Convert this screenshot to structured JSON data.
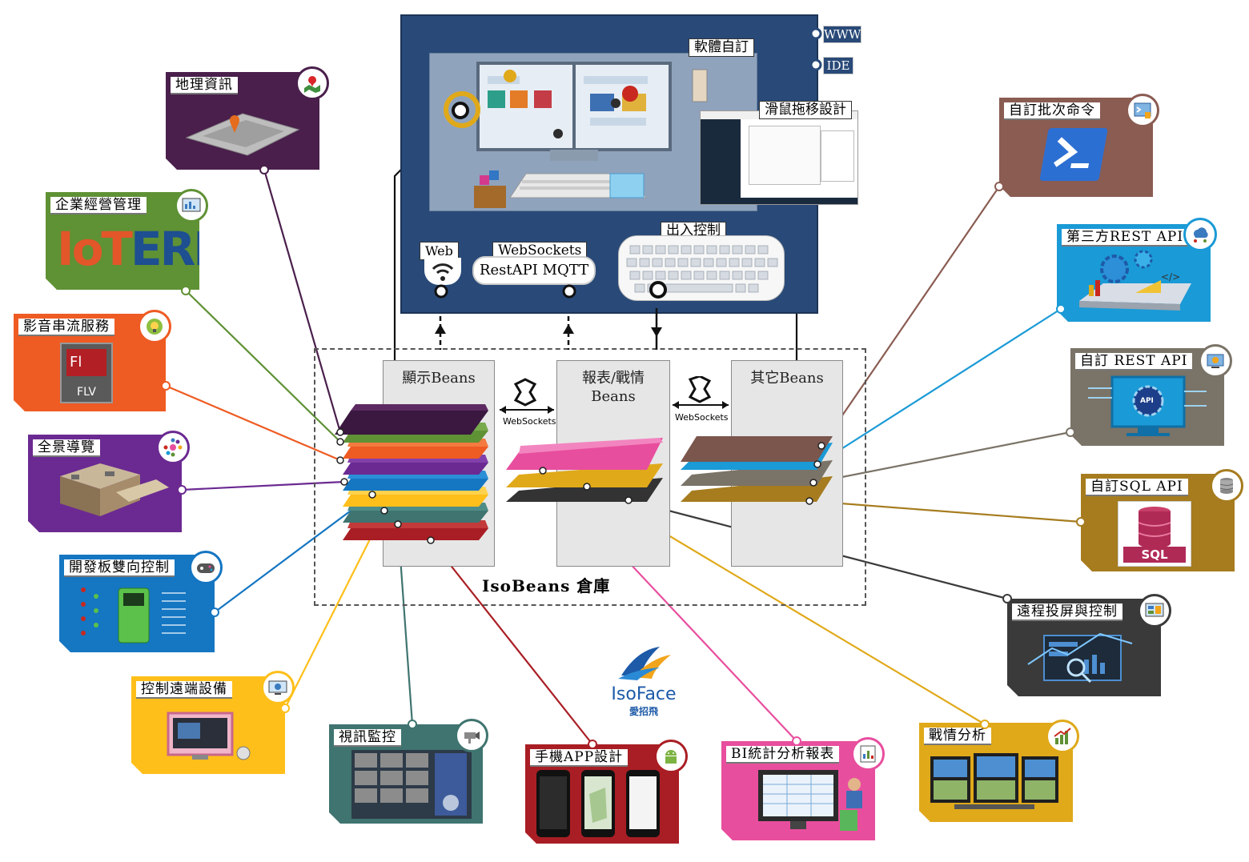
{
  "software_panel": {
    "custom_label": "軟體自訂",
    "drag_label": "滑鼠拖移設計",
    "io_label": "出入控制",
    "web_label": "Web",
    "ws_label": "WebSockets",
    "rest_label": "RestAPI MQTT",
    "www_tab": "WWW",
    "ide_tab": "IDE"
  },
  "repository": {
    "label": "IsoBeans 倉庫",
    "display_beans": "顯示Beans",
    "report_beans": "報表/戰情 Beans",
    "other_beans": "其它Beans",
    "ws_link_1": "WebSockets",
    "ws_link_2": "WebSockets"
  },
  "logo": {
    "brand": "IsoFace",
    "sub": "愛招飛"
  },
  "cards": {
    "geo": "地理資訊",
    "erp": "企業經營管理",
    "erp_logo_a": "IoT",
    "erp_logo_b": "ERP",
    "media": "影音串流服務",
    "flv": "FLV",
    "fl": "Fl",
    "panorama": "全景導覽",
    "devboard": "開發板雙向控制",
    "remote": "控制遠端設備",
    "video": "視訊監控",
    "app": "手機APP設計",
    "bi": "BI統計分析報表",
    "battle": "戰情分析",
    "screen": "遠程投屏與控制",
    "sqlapi": "自訂SQL API",
    "sql": "SQL",
    "restapi": "自訂 REST API",
    "api": "API",
    "thirdrest": "第三方REST API",
    "batch": "自訂批次命令"
  },
  "colors": {
    "geo": "#4a1f4c",
    "erp": "#5f9135",
    "media": "#ee5b23",
    "panorama": "#6b2a92",
    "devboard": "#1576c2",
    "remote": "#ffbf1a",
    "video": "#3f7470",
    "app": "#a91e24",
    "bi": "#e84e9e",
    "battle": "#e0a91a",
    "screen": "#3a3a3a",
    "sqlapi": "#a67c1f",
    "restapi": "#7a7367",
    "thirdrest": "#1a9ad6",
    "batch": "#8a5c52",
    "panel": "#294a78"
  }
}
